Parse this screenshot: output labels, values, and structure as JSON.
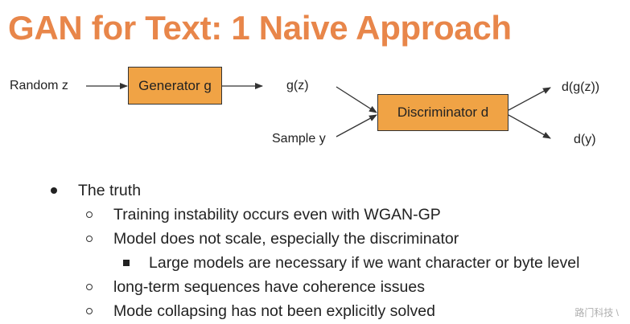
{
  "slide": {
    "title": "GAN for Text: 1 Naive Approach",
    "title_color": "#e8864a",
    "accent_box_color": "#f0a345"
  },
  "diagram": {
    "random_z_label": "Random z",
    "generator_label": "Generator g",
    "gz_label": "g(z)",
    "sample_y_label": "Sample y",
    "discriminator_label": "Discriminator d",
    "dgz_label": "d(g(z))",
    "dy_label": "d(y)"
  },
  "bullets": [
    {
      "level": 1,
      "marker": "disc",
      "text": "The truth"
    },
    {
      "level": 2,
      "marker": "circle",
      "text": "Training instability occurs even with WGAN-GP"
    },
    {
      "level": 2,
      "marker": "circle",
      "text": "Model does not scale, especially the discriminator"
    },
    {
      "level": 3,
      "marker": "square",
      "text": "Large models are necessary if we want character or byte level"
    },
    {
      "level": 2,
      "marker": "circle",
      "text": "long-term sequences have coherence issues"
    },
    {
      "level": 2,
      "marker": "circle",
      "text": "Mode collapsing has not been explicitly solved"
    }
  ],
  "watermark": {
    "text": "路门科技 \\"
  }
}
